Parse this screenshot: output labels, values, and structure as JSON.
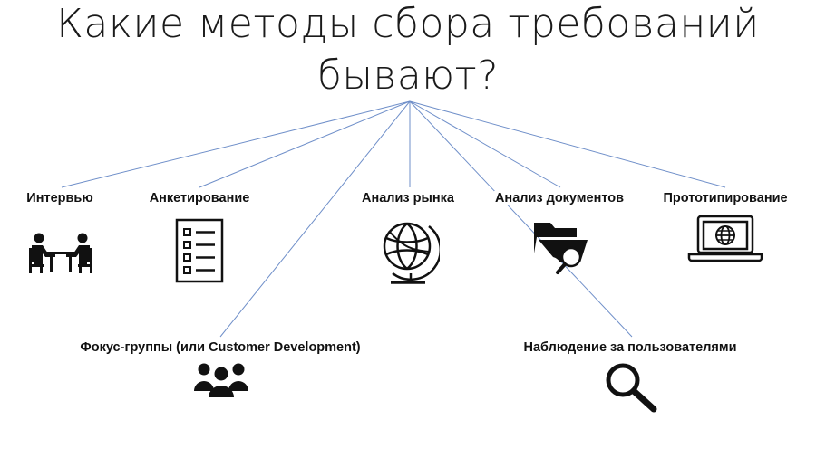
{
  "title": "Какие методы сбора требований бывают?",
  "methods": [
    {
      "label": "Интервью",
      "icon": "interview-icon"
    },
    {
      "label": "Анкетирование",
      "icon": "checklist-icon"
    },
    {
      "label": "Анализ рынка",
      "icon": "globe-icon"
    },
    {
      "label": "Анализ документов",
      "icon": "folder-search-icon"
    },
    {
      "label": "Прототипирование",
      "icon": "laptop-globe-icon"
    },
    {
      "label": "Фокус-группы (или Customer Development)",
      "icon": "group-icon"
    },
    {
      "label": "Наблюдение за пользователями",
      "icon": "magnifier-icon"
    }
  ],
  "colors": {
    "connector": "#6f8fc9",
    "text": "#111111"
  }
}
